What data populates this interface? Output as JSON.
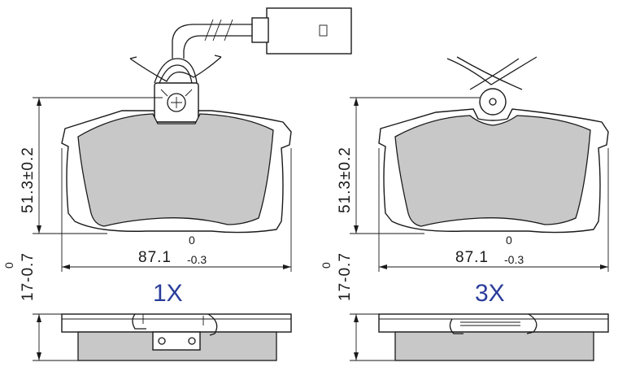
{
  "views": [
    {
      "id": "left",
      "height_main": "51.3",
      "height_tol": "±0.2",
      "width_main": "87.1",
      "width_upper": "0",
      "width_lower": "-0.3",
      "thick_main": "17",
      "thick_upper": "0",
      "thick_lower": "-0.7",
      "quantity": "1X"
    },
    {
      "id": "right",
      "height_main": "51.3",
      "height_tol": "±0.2",
      "width_main": "87.1",
      "width_upper": "0",
      "width_lower": "-0.3",
      "thick_main": "17",
      "thick_upper": "0",
      "thick_lower": "-0.7",
      "quantity": "3X"
    }
  ]
}
